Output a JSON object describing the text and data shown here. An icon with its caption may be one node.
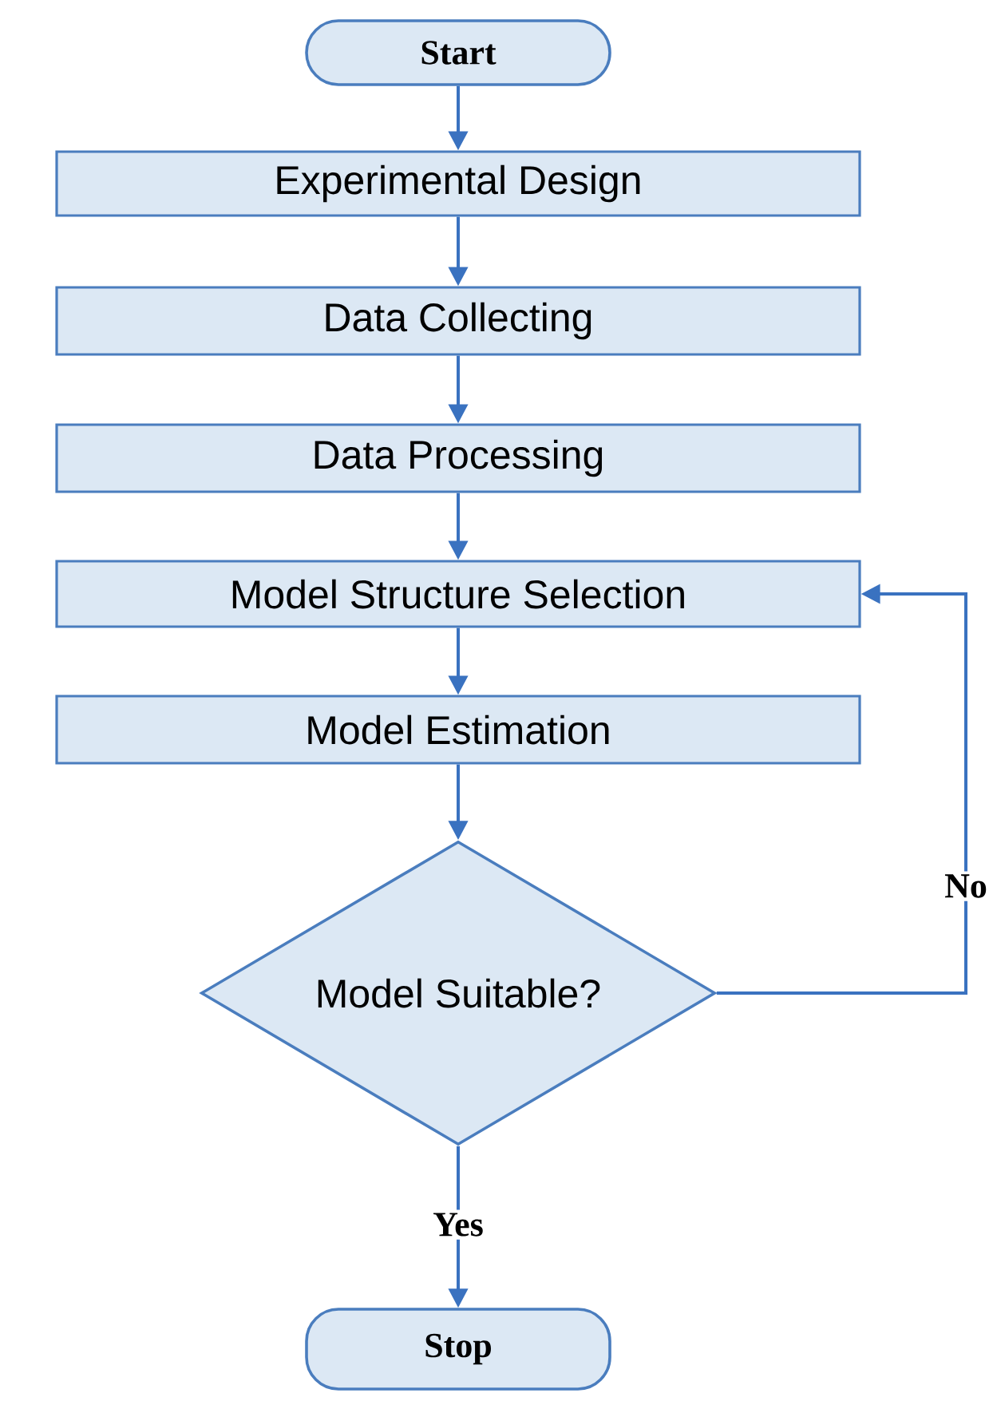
{
  "diagram": {
    "nodes": [
      {
        "text": [
          "Start"
        ]
      },
      {
        "text": [
          "Experimental Design"
        ]
      },
      {
        "text": [
          "Data Collecting"
        ]
      },
      {
        "text": [
          "Data Processing"
        ]
      },
      {
        "text": [
          "Model Structure Selection"
        ]
      },
      {
        "text": [
          "Model Estimation"
        ]
      },
      {
        "text": [
          "Model Suitable?"
        ]
      },
      {
        "text": [
          "Stop"
        ]
      }
    ],
    "edges": [
      {
        "from": 0,
        "to": 1,
        "arrow": "to"
      },
      {
        "from": 1,
        "to": 2,
        "arrow": "to"
      },
      {
        "from": 2,
        "to": 3,
        "arrow": "to"
      },
      {
        "from": 3,
        "to": 4,
        "arrow": "to"
      },
      {
        "from": 4,
        "to": 5,
        "arrow": "to"
      },
      {
        "from": 5,
        "to": 6,
        "arrow": "to"
      },
      {
        "from": 6,
        "to": 4,
        "arrow": "to",
        "label": "No"
      },
      {
        "from": 6,
        "to": 7,
        "arrow": "to",
        "label": "Yes"
      }
    ]
  }
}
